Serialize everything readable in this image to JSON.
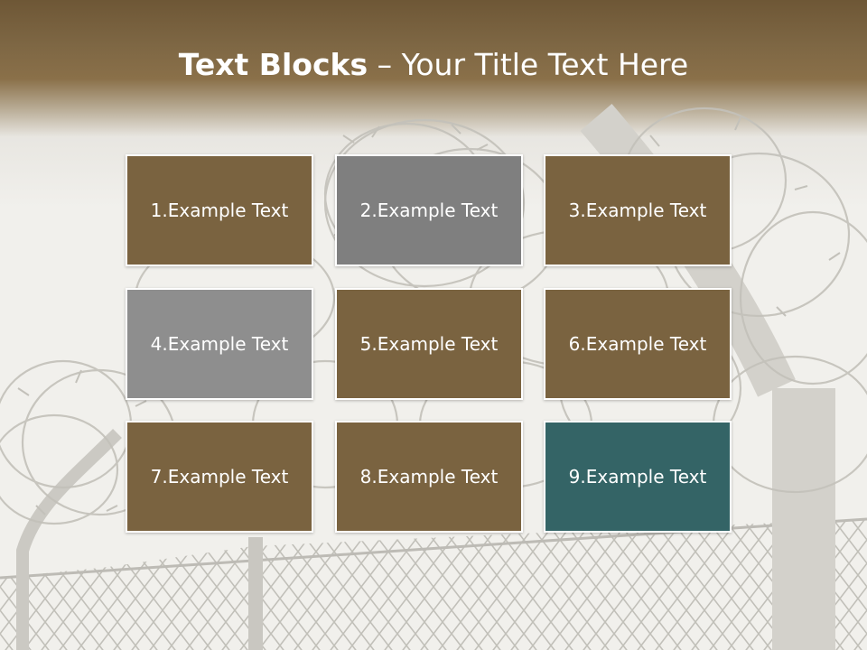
{
  "title": {
    "bold": "Text Blocks",
    "dash": " – ",
    "rest": "Your Title Text Here"
  },
  "blocks": [
    {
      "label": "1.Example Text",
      "color": "#7a6340"
    },
    {
      "label": "2.Example Text",
      "color": "#7f7f7f"
    },
    {
      "label": "3.Example Text",
      "color": "#7a6340"
    },
    {
      "label": "4.Example Text",
      "color": "#8e8e8e"
    },
    {
      "label": "5.Example Text",
      "color": "#7a6340"
    },
    {
      "label": "6.Example Text",
      "color": "#7a6340"
    },
    {
      "label": "7.Example Text",
      "color": "#7a6340"
    },
    {
      "label": "8.Example Text",
      "color": "#7a6340"
    },
    {
      "label": "9.Example Text",
      "color": "#346466"
    }
  ]
}
